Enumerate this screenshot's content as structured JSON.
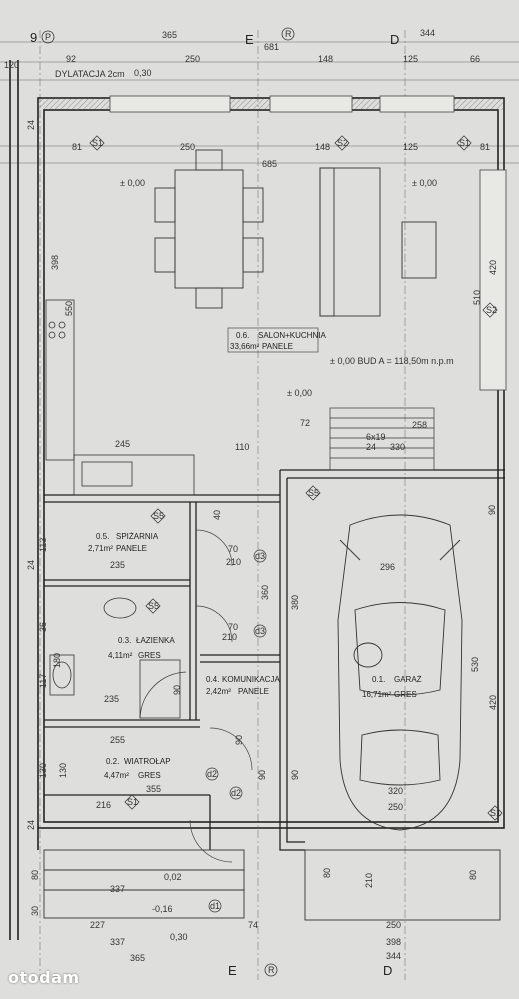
{
  "axes": {
    "top_left": "9",
    "top_left_circle": "P",
    "top_mid": "E",
    "top_mid_circle": "R",
    "top_right": "D",
    "bottom_mid": "E",
    "bottom_mid_circle": "R",
    "bottom_right": "D"
  },
  "top_dims": [
    "365",
    "681",
    "344",
    "92",
    "250",
    "148",
    "125",
    "66",
    "120"
  ],
  "top_dims2": [
    "0,30",
    "250",
    "148",
    "125"
  ],
  "dylatacja": "DYLATACJA 2cm",
  "inner_dims": [
    "81",
    "250",
    "148",
    "125",
    "81",
    "685"
  ],
  "levels": [
    "± 0,00",
    "± 0,00",
    "± 0,00",
    "± 0,00 BUD A = 118,50m n.p.m"
  ],
  "rooms": {
    "salon": {
      "num": "0.6.",
      "name": "SALON+KUCHNIA",
      "area": "33,66m²",
      "floor": "PANELE"
    },
    "spizarnia": {
      "num": "0.5.",
      "name": "SPIŻARNIA",
      "area": "2,71m²",
      "floor": "PANELE"
    },
    "lazienka": {
      "num": "0.3.",
      "name": "ŁAZIENKA",
      "area": "4,11m²",
      "floor": "GRES"
    },
    "komunikacja": {
      "num": "0.4.",
      "name": "KOMUNIKACJA",
      "area": "2,42m²",
      "floor": "PANELE"
    },
    "wiatrolap": {
      "num": "0.2.",
      "name": "WIATROŁAP",
      "area": "4,47m²",
      "floor": "GRES"
    },
    "garaz": {
      "num": "0.1.",
      "name": "GARAŻ",
      "area": "16,71m²",
      "floor": "GRES"
    }
  },
  "stairs": {
    "label": "6x19",
    "sub": "24",
    "dim": "330",
    "dim2": "258"
  },
  "markers": [
    "S1",
    "S2",
    "S1",
    "S1",
    "S2",
    "S1",
    "S5",
    "S5",
    "S5",
    "S1",
    "S1",
    "d3",
    "d3",
    "d2",
    "d2",
    "d1"
  ],
  "dims_mid": [
    "245",
    "110",
    "72",
    "235",
    "296",
    "380",
    "360",
    "235",
    "255",
    "216",
    "355",
    "320",
    "250",
    "530",
    "420",
    "510",
    "420",
    "398",
    "550",
    "90",
    "113",
    "36",
    "117",
    "180",
    "130",
    "130",
    "40",
    "70",
    "70",
    "90",
    "90",
    "90",
    "90",
    "210",
    "210",
    "210",
    "80",
    "80"
  ],
  "bottom_dims": [
    "337",
    "0,02",
    "227",
    "-0,16",
    "74",
    "250",
    "337",
    "0,30",
    "398",
    "365",
    "344",
    "80",
    "30",
    "24",
    "24",
    "24"
  ],
  "watermark": "otodam"
}
